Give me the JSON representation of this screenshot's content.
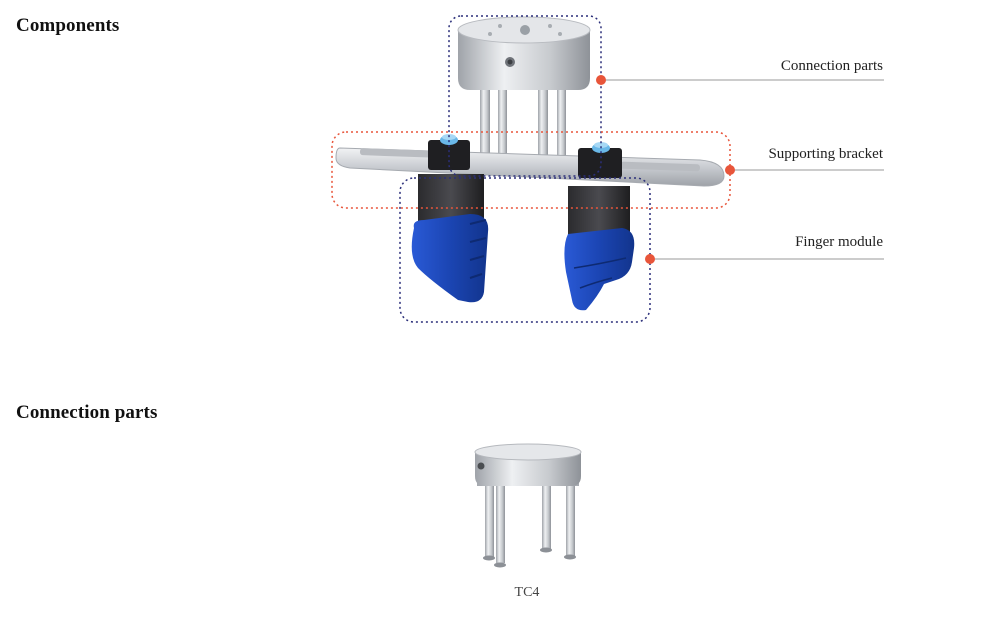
{
  "sections": {
    "components_title": "Components",
    "connection_parts_title": "Connection parts"
  },
  "callouts": {
    "connection_parts": "Connection parts",
    "supporting_bracket": "Supporting bracket",
    "finger_module": "Finger module"
  },
  "product": {
    "caption": "TC4"
  },
  "colors": {
    "accent_red": "#e8553a",
    "outline_navy": "#2b2f7a",
    "finger_blue": "#1f4fc2",
    "metal": "#c9ccd1"
  }
}
